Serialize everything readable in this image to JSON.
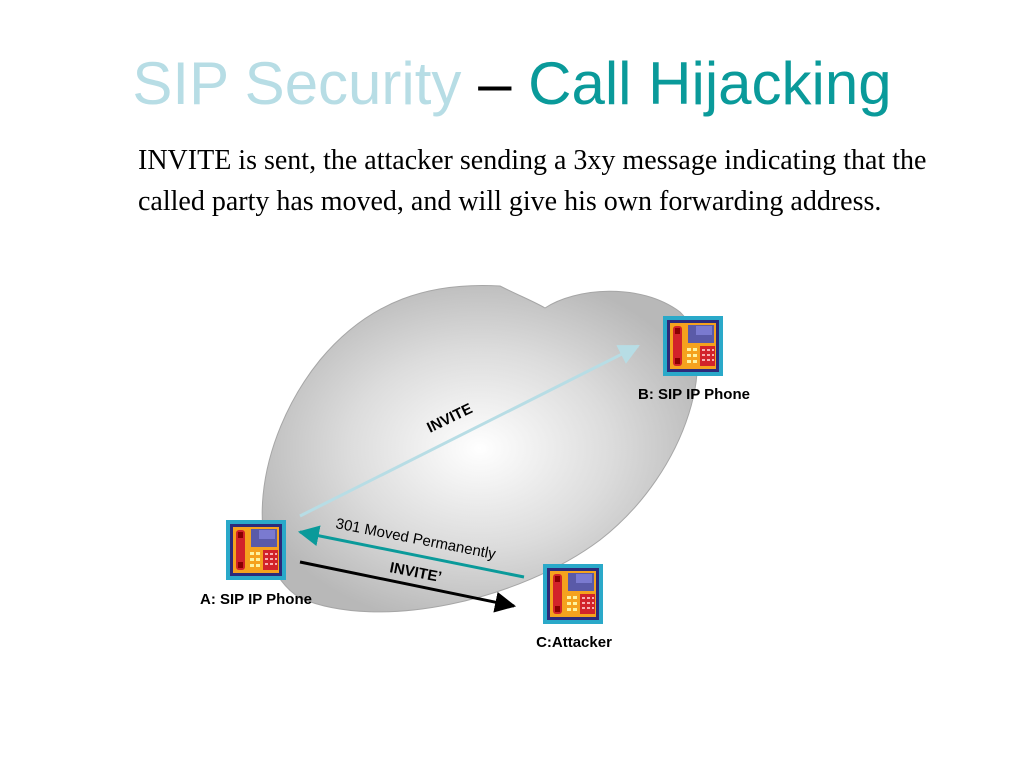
{
  "slide": {
    "title_part1": "SIP Security",
    "title_dash": "–",
    "title_part2": "Call Hijacking",
    "body_text": "INVITE is sent, the attacker sending a 3xy message indicating that the called party has moved, and will give his own forwarding address."
  },
  "colors": {
    "title_light": "#b7dde5",
    "title_accent": "#0a9a9a",
    "invite_arrow": "#b7dde5",
    "moved_arrow": "#0a9a9a",
    "invite2_arrow": "#000000"
  },
  "diagram": {
    "nodes": [
      {
        "id": "a",
        "label": "A: SIP IP Phone",
        "icon": "ip-phone-icon"
      },
      {
        "id": "b",
        "label": "B: SIP IP Phone",
        "icon": "ip-phone-icon"
      },
      {
        "id": "c",
        "label": "C:Attacker",
        "icon": "ip-phone-icon"
      }
    ],
    "edges": [
      {
        "from": "a",
        "to": "b",
        "label": "INVITE"
      },
      {
        "from": "c",
        "to": "a",
        "label": "301 Moved Permanently"
      },
      {
        "from": "a",
        "to": "c",
        "label": "INVITE’"
      }
    ]
  }
}
